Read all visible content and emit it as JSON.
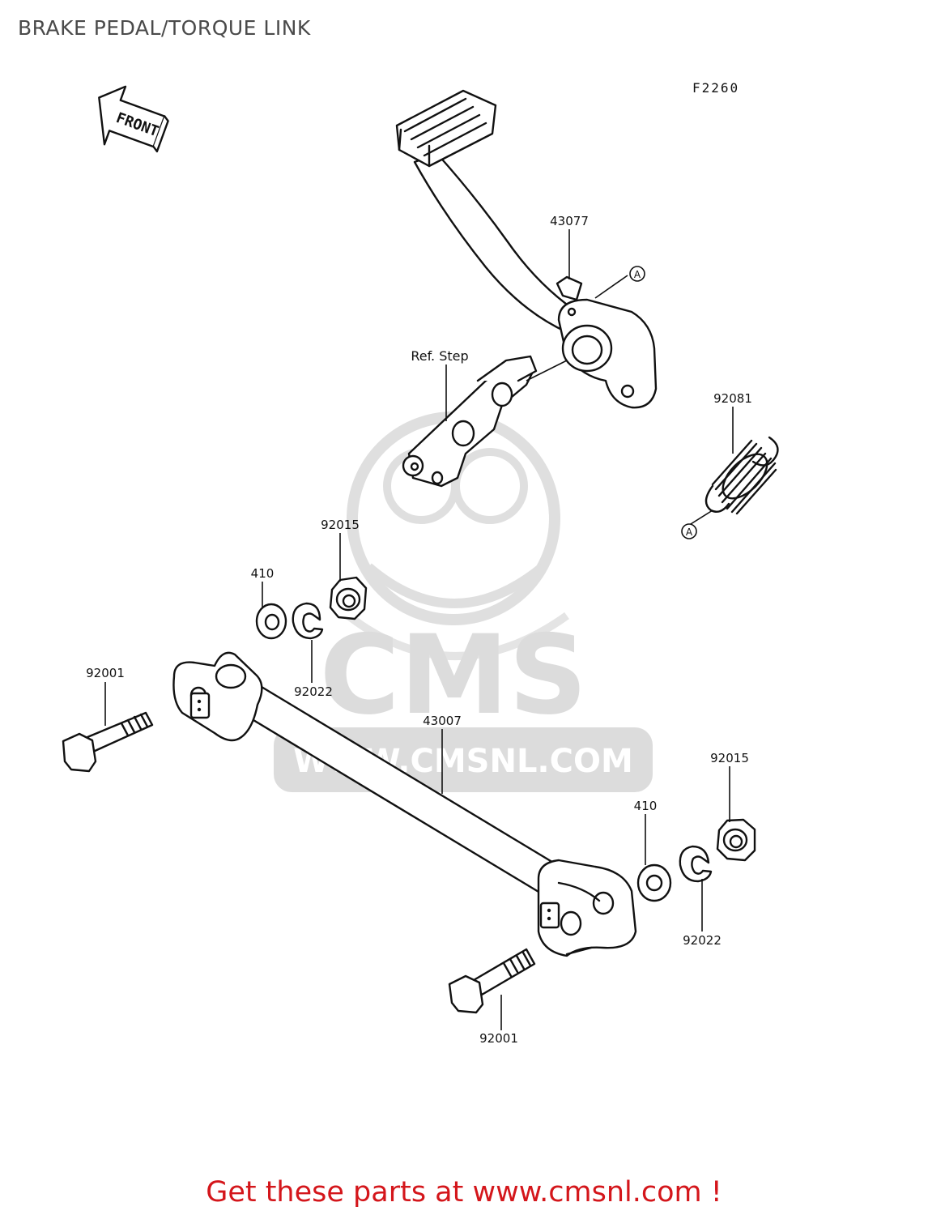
{
  "header": {
    "title": "BRAKE PEDAL/TORQUE LINK"
  },
  "figure_code": "F2260",
  "front_arrow_label": "FRONT",
  "labels": {
    "brake_pedal": "43077",
    "ref_a_top": "A",
    "ref_a_bottom": "A",
    "ref_step": "Ref. Step",
    "spring": "92081",
    "nut_top": "92015",
    "washer_top": "410",
    "circlip_top": "92022",
    "bolt_left": "92001",
    "torque_link": "43007",
    "nut_bottom": "92015",
    "washer_bottom": "410",
    "circlip_bottom": "92022",
    "bolt_bottom": "92001"
  },
  "watermark": {
    "text_big": "CMS",
    "text_url": "WWW.CMSNL.COM",
    "color": "#d9d9d9"
  },
  "footer": {
    "text": "Get these parts at www.cmsnl.com !",
    "color": "#d4161b"
  }
}
